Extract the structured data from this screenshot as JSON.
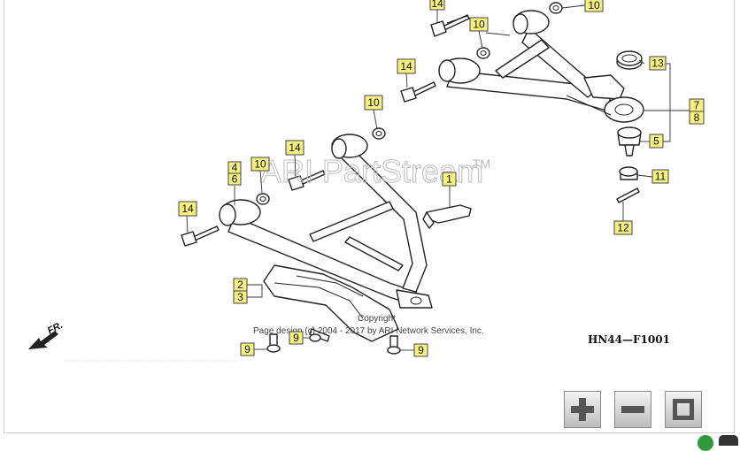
{
  "watermark": {
    "text": "ARI PartStream",
    "tm": "TM"
  },
  "copyright": {
    "line1": "Copyright",
    "line2": "Page design (c) 2004 - 2017 by ARI Network Services, Inc."
  },
  "figure_id": "HN44—F1001",
  "direction_label": "FR.",
  "callouts": [
    {
      "id": "c14a",
      "label": "14"
    },
    {
      "id": "c10a",
      "label": "10"
    },
    {
      "id": "c10b",
      "label": "10"
    },
    {
      "id": "c10c",
      "label": "10"
    },
    {
      "id": "c14b",
      "label": "14"
    },
    {
      "id": "c13",
      "label": "13"
    },
    {
      "id": "c7",
      "label": "7"
    },
    {
      "id": "c8",
      "label": "8"
    },
    {
      "id": "c5",
      "label": "5"
    },
    {
      "id": "c10d",
      "label": "10"
    },
    {
      "id": "c14c",
      "label": "14"
    },
    {
      "id": "c4",
      "label": "4"
    },
    {
      "id": "c6",
      "label": "6"
    },
    {
      "id": "c10e",
      "label": "10"
    },
    {
      "id": "c11",
      "label": "11"
    },
    {
      "id": "c1",
      "label": "1"
    },
    {
      "id": "c14d",
      "label": "14"
    },
    {
      "id": "c12",
      "label": "12"
    },
    {
      "id": "c2",
      "label": "2"
    },
    {
      "id": "c3",
      "label": "3"
    },
    {
      "id": "c9a",
      "label": "9"
    },
    {
      "id": "c9b",
      "label": "9"
    },
    {
      "id": "c9c",
      "label": "9"
    }
  ],
  "zoom_controls": {
    "zoom_in": "zoom-in-icon",
    "zoom_out": "zoom-out-icon",
    "fit": "fit-to-window-icon"
  },
  "colors": {
    "callout_fill": "#f5f080",
    "button_bg": "#d8d8d8",
    "watermark": "#bdbdbd"
  }
}
